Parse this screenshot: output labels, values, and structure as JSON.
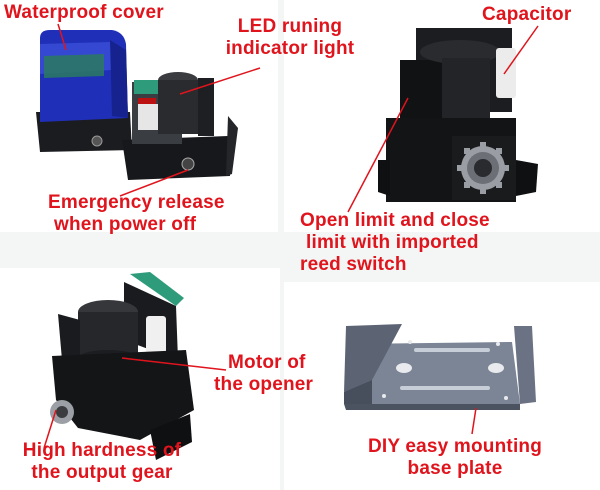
{
  "colors": {
    "label_red": "#e0141c",
    "background": "#f4f6f6",
    "panel": "#ffffff",
    "housing_black": "#1b1c1f",
    "cover_blue": "#1f2fb8",
    "pcb_green": "#2e9c7a",
    "plate_steel": "#7c8596"
  },
  "panels": {
    "top_left": {
      "product": "gate-opener-with-cover-and-opened-unit",
      "labels": {
        "waterproof_cover": "Waterproof cover",
        "led_line1": "LED runing",
        "led_line2": "indicator light",
        "emergency_line1": "Emergency  release",
        "emergency_line2": "when power off"
      }
    },
    "top_right": {
      "product": "gate-opener-front-view",
      "labels": {
        "capacitor": "Capacitor",
        "limit_line1": "Open limit and close",
        "limit_line2": "limit with imported",
        "limit_line3": "reed switch"
      }
    },
    "bottom_left": {
      "product": "gate-opener-angled-view",
      "labels": {
        "motor_line1": "Motor of",
        "motor_line2": "the opener",
        "gear_line1": "High hardness of",
        "gear_line2": "the output gear"
      }
    },
    "bottom_right": {
      "product": "mounting-base-plate",
      "labels": {
        "plate_line1": "DIY easy mounting",
        "plate_line2": "base plate"
      }
    }
  }
}
